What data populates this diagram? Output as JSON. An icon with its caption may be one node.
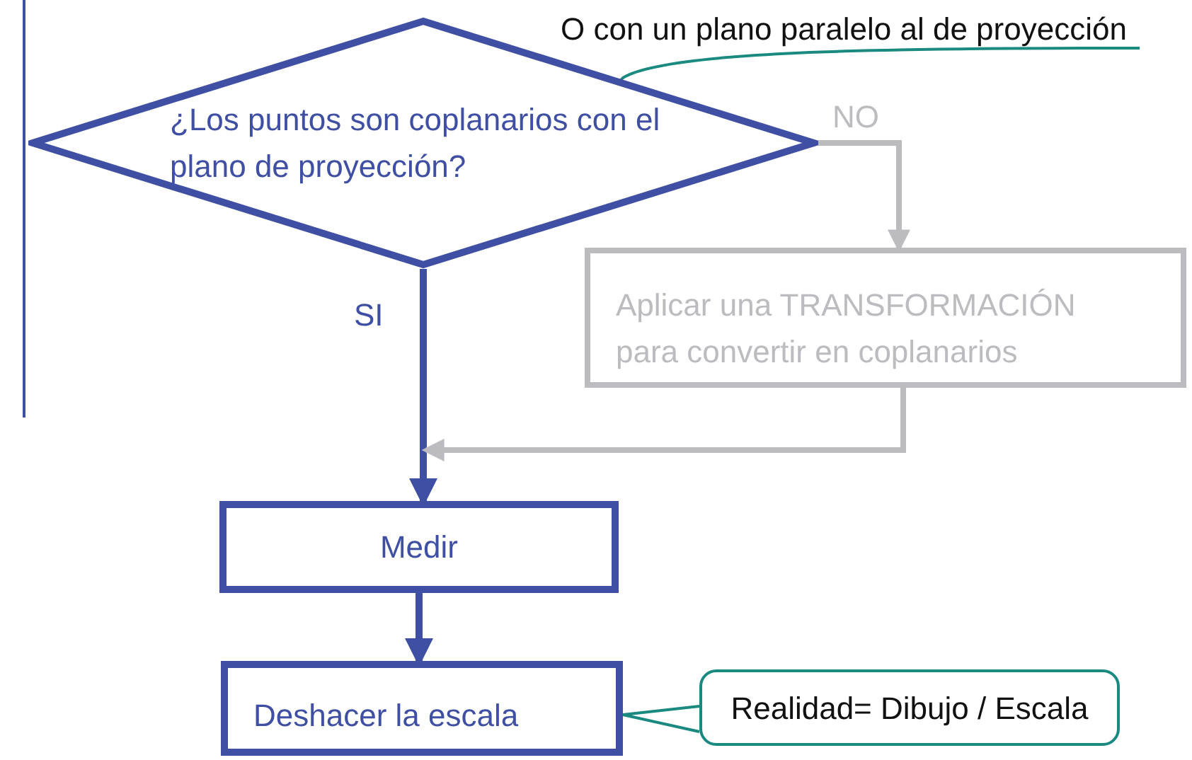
{
  "diagram": {
    "nodes": [
      {
        "text": [
          "¿Los puntos son coplanarios con el plano de proyección?"
        ]
      },
      {
        "text": [
          "Aplicar una TRANSFORMACIÓN para convertir en coplanarios"
        ]
      },
      {
        "text": [
          "Medir"
        ]
      },
      {
        "text": [
          "Deshacer la escala"
        ]
      },
      {
        "text": [
          "Realidad= Dibujo / Escala"
        ]
      },
      {
        "text": [
          "O con un plano paralelo al de proyección"
        ]
      }
    ],
    "edges": [
      {
        "from": 0,
        "to": 2,
        "arrow": "to",
        "label": "SI"
      },
      {
        "from": 0,
        "to": 1,
        "arrow": "to",
        "label": "NO",
        "color": "#bcbcc0"
      },
      {
        "from": 1,
        "to": 2,
        "arrow": "to",
        "color": "#bcbcc0"
      },
      {
        "from": 2,
        "to": 3,
        "arrow": "to"
      },
      {
        "from": 4,
        "to": 3,
        "arrow": "none",
        "color": "#1a8a80"
      },
      {
        "from": 5,
        "to": 0,
        "arrow": "none",
        "color": "#1a8a80"
      }
    ]
  }
}
